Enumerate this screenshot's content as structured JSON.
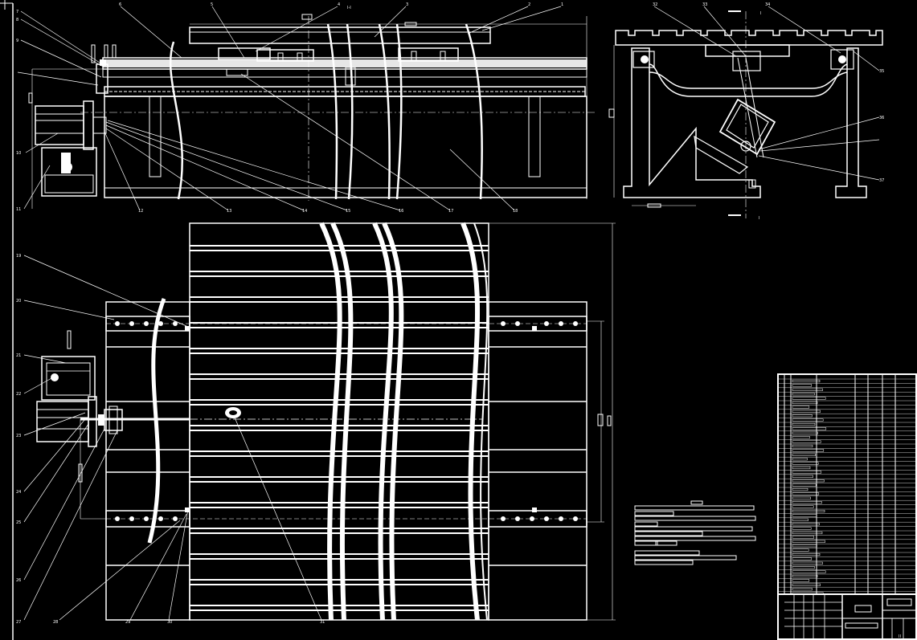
{
  "view_label": "I-I",
  "section_mark": "I",
  "balloons": [
    "1",
    "2",
    "3",
    "4",
    "5",
    "6",
    "7",
    "8",
    "9",
    "10",
    "11",
    "12",
    "13",
    "14",
    "15",
    "16",
    "17",
    "18",
    "19",
    "20",
    "21",
    "22",
    "23",
    "24",
    "25",
    "26",
    "27",
    "28",
    "29",
    "30",
    "31",
    "32",
    "33",
    "34",
    "35",
    "36",
    "37"
  ],
  "sheet_number": "II",
  "colors": {
    "background": "#000000",
    "lines": "#ffffff"
  }
}
